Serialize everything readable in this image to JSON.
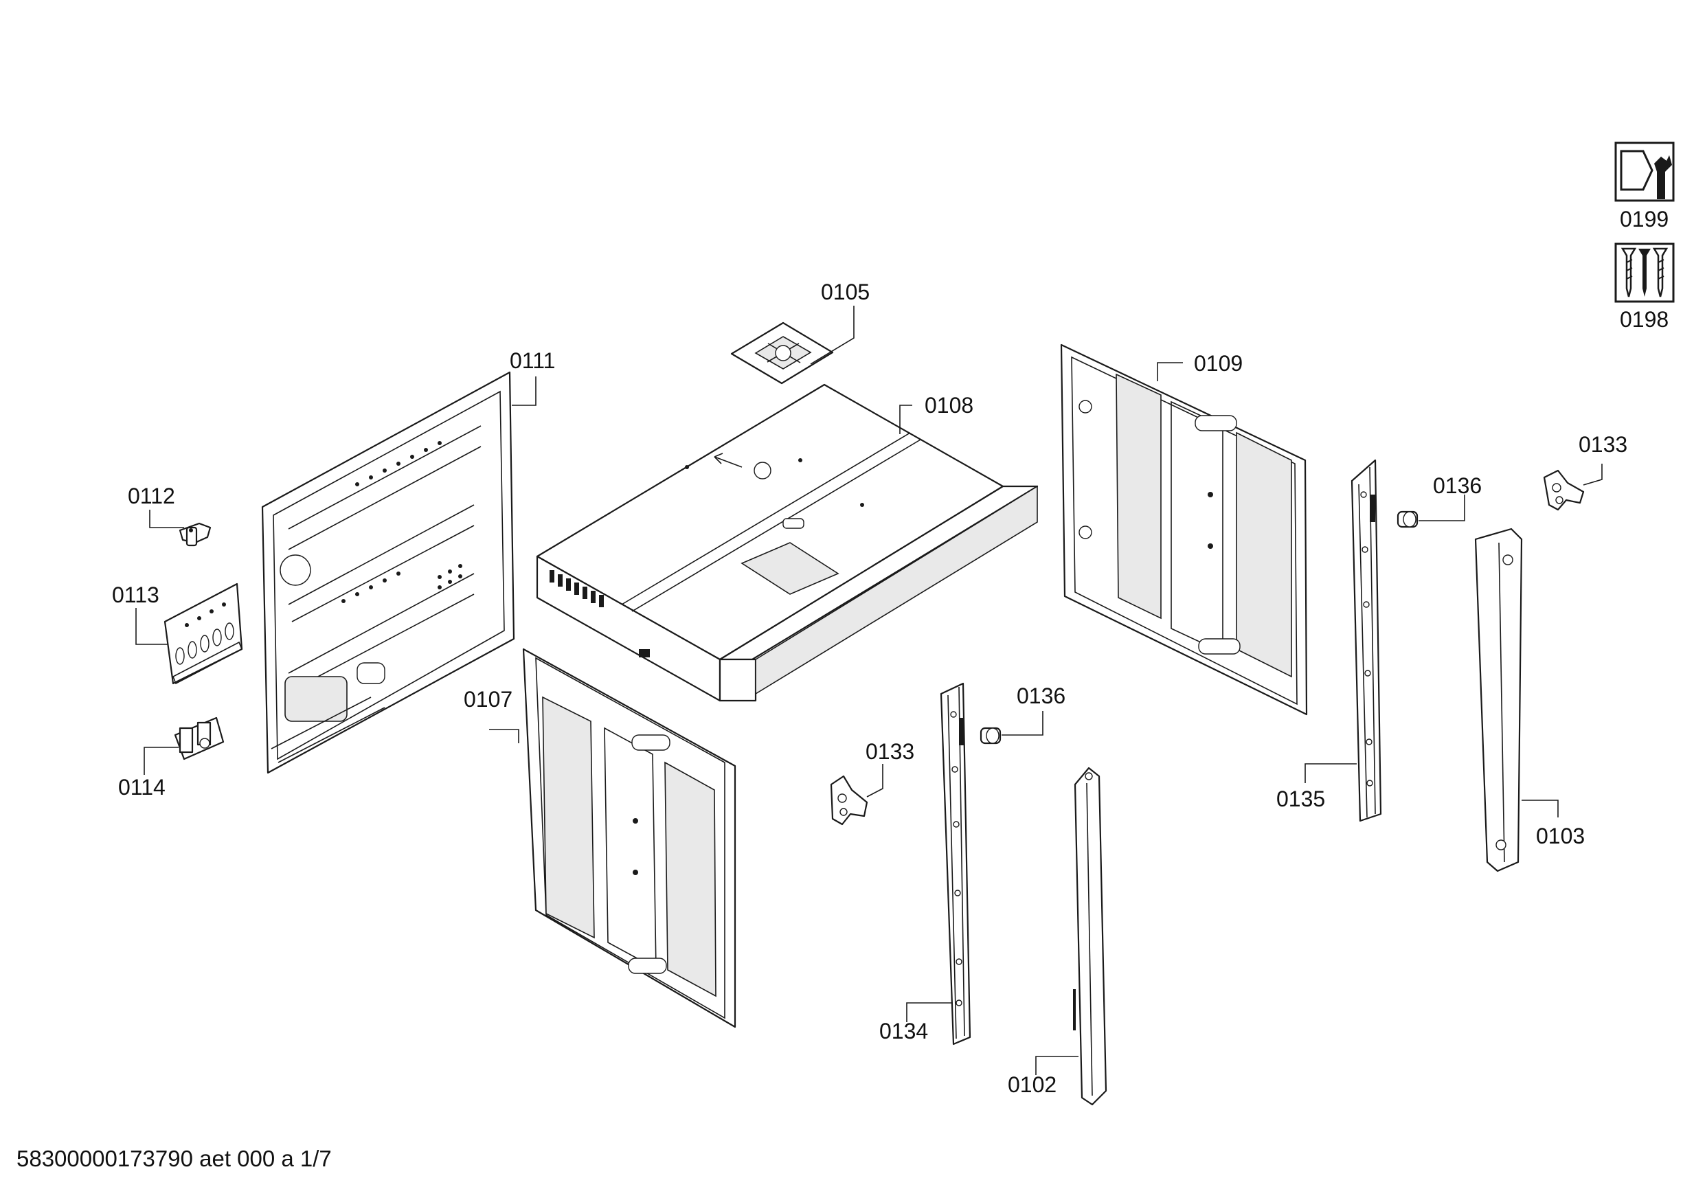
{
  "diagram": {
    "parts": [
      {
        "id": "p0105",
        "label": "0105"
      },
      {
        "id": "p0108",
        "label": "0108"
      },
      {
        "id": "p0109",
        "label": "0109"
      },
      {
        "id": "p0111",
        "label": "0111"
      },
      {
        "id": "p0112",
        "label": "0112"
      },
      {
        "id": "p0113",
        "label": "0113"
      },
      {
        "id": "p0114",
        "label": "0114"
      },
      {
        "id": "p0107",
        "label": "0107"
      },
      {
        "id": "p0133a",
        "label": "0133"
      },
      {
        "id": "p0136a",
        "label": "0136"
      },
      {
        "id": "p0134",
        "label": "0134"
      },
      {
        "id": "p0102",
        "label": "0102"
      },
      {
        "id": "p0135",
        "label": "0135"
      },
      {
        "id": "p0136b",
        "label": "0136"
      },
      {
        "id": "p0133b",
        "label": "0133"
      },
      {
        "id": "p0103",
        "label": "0103"
      },
      {
        "id": "p0199",
        "label": "0199"
      },
      {
        "id": "p0198",
        "label": "0198"
      }
    ]
  },
  "footer": {
    "document_id": "58300000173790 aet 000 a 1/7"
  }
}
